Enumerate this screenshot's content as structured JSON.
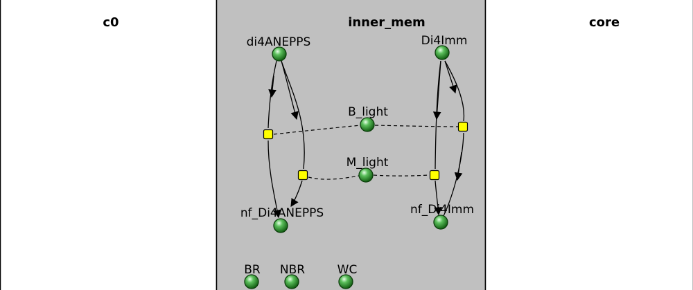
{
  "compartments": {
    "left": {
      "title": "c0"
    },
    "middle": {
      "title": "inner_mem"
    },
    "right": {
      "title": "core"
    }
  },
  "species": {
    "di4anepps": "di4ANEPPS",
    "di4imm": "Di4Imm",
    "b_light": "B_light",
    "m_light": "M_light",
    "nf_di4anepps": "nf_Di4ANEPPS",
    "nf_di4imm": "nf_Di4Imm",
    "br": "BR",
    "nbr": "NBR",
    "wc": "WC"
  },
  "colors": {
    "compartment_fill": "#c0c0c0",
    "species_fill": "#2e8b2e",
    "reaction_fill": "#ffff00"
  }
}
